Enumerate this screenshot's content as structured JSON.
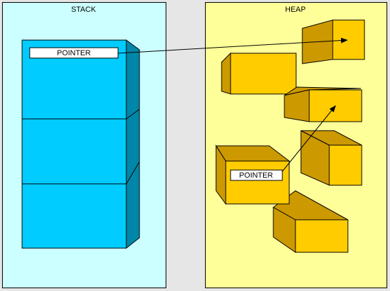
{
  "title_stack": "STACK",
  "title_heap": "HEAP",
  "pointer_label": "POINTER",
  "colors": {
    "background": "#e6e6e6",
    "stack_panel": "#ccffff",
    "heap_panel": "#ffff99",
    "stack_front": "#00ccff",
    "stack_side": "#0086a8",
    "box_front": "#ffcc00",
    "box_top_side": "#cc9900",
    "outline": "#000000"
  }
}
